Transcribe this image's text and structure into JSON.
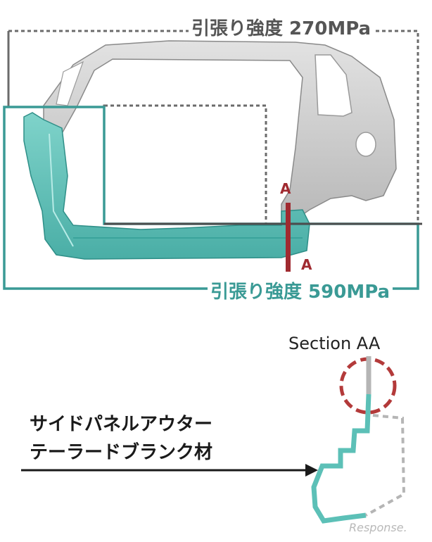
{
  "labels": {
    "strength_270": "引張り強度 270MPa",
    "strength_590": "引張り強度 590MPa",
    "marker_a_top": "A",
    "marker_a_bottom": "A",
    "section_title": "Section AA",
    "callout_line1": "サイドパネルアウター",
    "callout_line2": "テーラードブランク材",
    "watermark": "Response."
  },
  "colors": {
    "teal": "#3a9a95",
    "teal_fill": "#5cc0b7",
    "gray_body": "#c9c9c9",
    "gray_outline": "#6b6b6b",
    "marker_red": "#a02a30",
    "text_dark": "#1a1a1a"
  }
}
